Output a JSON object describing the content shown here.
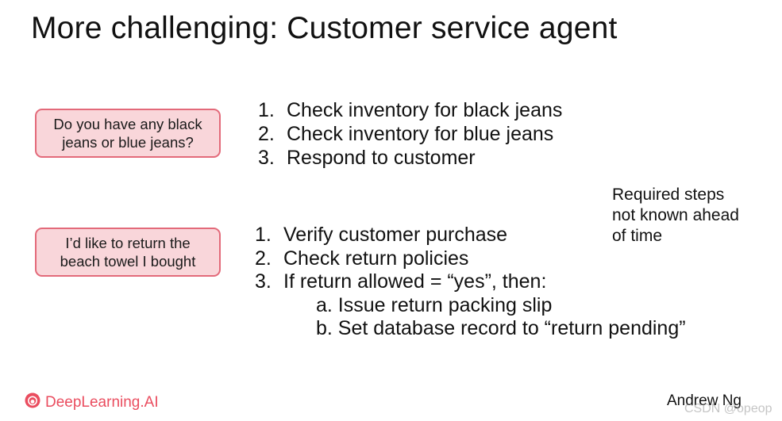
{
  "slide": {
    "title": "More challenging: Customer service agent"
  },
  "example1": {
    "query_lines": [
      "Do you have any black",
      "jeans or blue jeans?"
    ],
    "steps": [
      {
        "num": "1.",
        "text": "Check inventory for black jeans"
      },
      {
        "num": "2.",
        "text": "Check inventory for blue jeans"
      },
      {
        "num": "3.",
        "text": "Respond to customer"
      }
    ]
  },
  "example2": {
    "query_lines": [
      "I’d like to return the",
      "beach towel I bought"
    ],
    "steps": [
      {
        "num": "1.",
        "text": "Verify customer purchase"
      },
      {
        "num": "2.",
        "text": "Check return policies"
      },
      {
        "num": "3.",
        "text": "If return allowed = “yes”, then:"
      }
    ],
    "substeps": [
      "a. Issue return packing slip",
      "b. Set database record to “return pending”"
    ]
  },
  "note": {
    "lines": [
      "Required steps",
      "not known ahead",
      "of time"
    ]
  },
  "footer": {
    "logo_text": "DeepLearning.AI",
    "logo_icon": "deeplearning-ai-logo-icon",
    "author": "Andrew Ng",
    "watermark": "CSDN @opeop"
  },
  "colors": {
    "bubble_fill": "#f9d6da",
    "bubble_border": "#e36a7a",
    "brand": "#ea4d5f"
  }
}
